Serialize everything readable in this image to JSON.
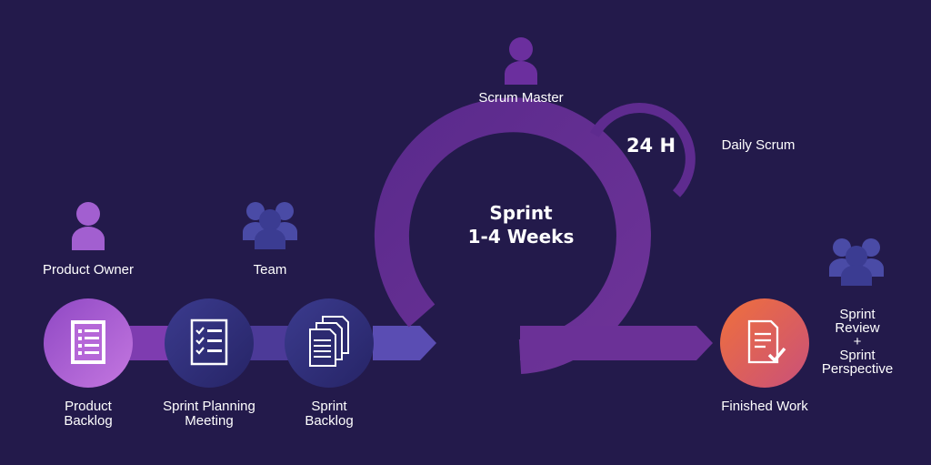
{
  "roles": {
    "product_owner": "Product Owner",
    "team": "Team",
    "scrum_master": "Scrum Master"
  },
  "steps": {
    "product_backlog": "Product\nBacklog",
    "sprint_planning": "Sprint Planning\nMeeting",
    "sprint_backlog": "Sprint\nBacklog",
    "finished_work": "Finished Work"
  },
  "sprint": {
    "title_line1": "Sprint",
    "title_line2": "1-4 Weeks",
    "cycle_label": "24 H",
    "daily_label": "Daily Scrum"
  },
  "review": "Sprint\nReview\n+\nSprint\nPerspective",
  "colors": {
    "background": "#231a4b",
    "purple_person": "#9b59c4",
    "navy_person": "#3d3d8f",
    "backlog_circle": "#b05fd6",
    "navy_circle": "#30307a",
    "finished_circle": "#e8693f",
    "arc": "#5e2b8f"
  },
  "icons": [
    "person-icon",
    "team-icon",
    "document-list-icon",
    "checklist-icon",
    "document-stack-icon",
    "document-check-icon"
  ]
}
